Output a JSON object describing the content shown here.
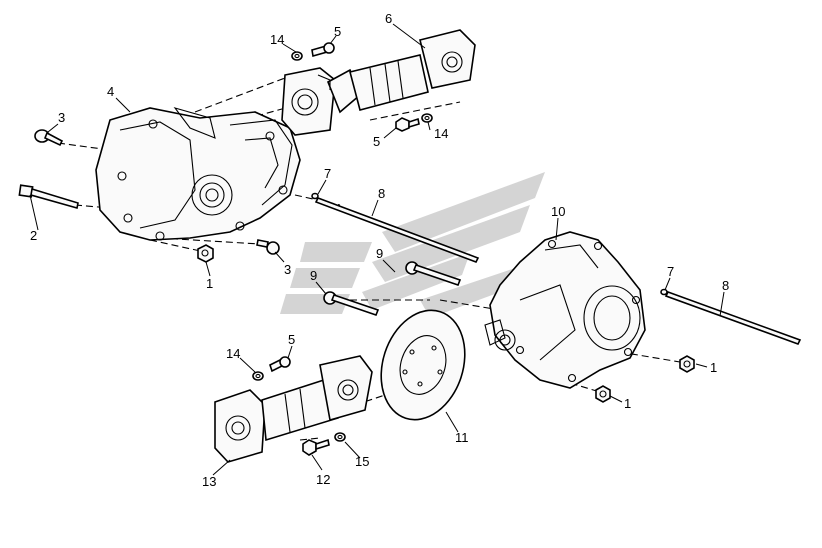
{
  "diagram": {
    "watermark_color": "#d4d4d4",
    "callouts": [
      {
        "id": "c14a",
        "text": "14"
      },
      {
        "id": "c5a",
        "text": "5"
      },
      {
        "id": "c6",
        "text": "6"
      },
      {
        "id": "c4",
        "text": "4"
      },
      {
        "id": "c3a",
        "text": "3"
      },
      {
        "id": "c5b",
        "text": "5"
      },
      {
        "id": "c14b",
        "text": "14"
      },
      {
        "id": "c2",
        "text": "2"
      },
      {
        "id": "c7a",
        "text": "7"
      },
      {
        "id": "c8a",
        "text": "8"
      },
      {
        "id": "c3b",
        "text": "3"
      },
      {
        "id": "c1a",
        "text": "1"
      },
      {
        "id": "c10",
        "text": "10"
      },
      {
        "id": "c9a",
        "text": "9"
      },
      {
        "id": "c9b",
        "text": "9"
      },
      {
        "id": "c7b",
        "text": "7"
      },
      {
        "id": "c8b",
        "text": "8"
      },
      {
        "id": "c1b",
        "text": "1"
      },
      {
        "id": "c1c",
        "text": "1"
      },
      {
        "id": "c14c",
        "text": "14"
      },
      {
        "id": "c5c",
        "text": "5"
      },
      {
        "id": "c11",
        "text": "11"
      },
      {
        "id": "c13",
        "text": "13"
      },
      {
        "id": "c12",
        "text": "12"
      },
      {
        "id": "c15",
        "text": "15"
      }
    ]
  }
}
